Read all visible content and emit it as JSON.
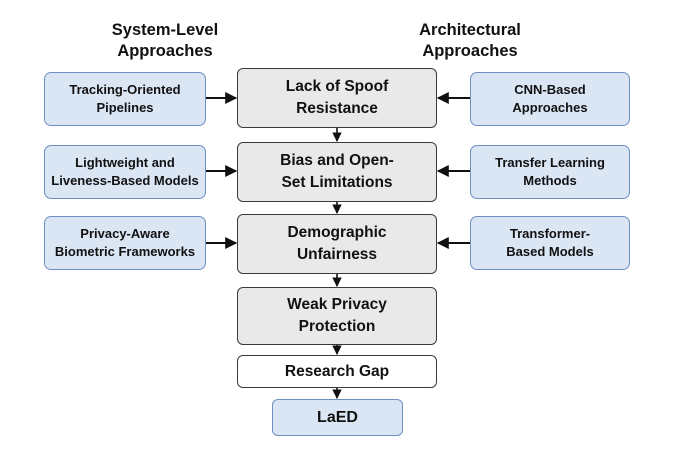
{
  "headers": {
    "left": [
      "System-Level",
      "Approaches"
    ],
    "right": [
      "Architectural",
      "Approaches"
    ]
  },
  "left_boxes": [
    [
      "Tracking-Oriented",
      "Pipelines"
    ],
    [
      "Lightweight and",
      "Liveness-Based Models"
    ],
    [
      "Privacy-Aware",
      "Biometric Frameworks"
    ]
  ],
  "center_boxes": [
    [
      "Lack of Spoof",
      "Resistance"
    ],
    [
      "Bias and Open-",
      "Set Limitations"
    ],
    [
      "Demographic",
      "Unfairness"
    ],
    [
      "Weak Privacy",
      "Protection"
    ]
  ],
  "right_boxes": [
    [
      "CNN-Based",
      "Approaches"
    ],
    [
      "Transfer Learning",
      "Methods"
    ],
    [
      "Transformer-",
      "Based Models"
    ]
  ],
  "research_gap": "Research Gap",
  "outcome": "LaED",
  "colors": {
    "side_fill": "#dbe6f5",
    "side_border": "#6f8fc0",
    "core_fill": "#e9e9e9",
    "line": "#111111"
  }
}
